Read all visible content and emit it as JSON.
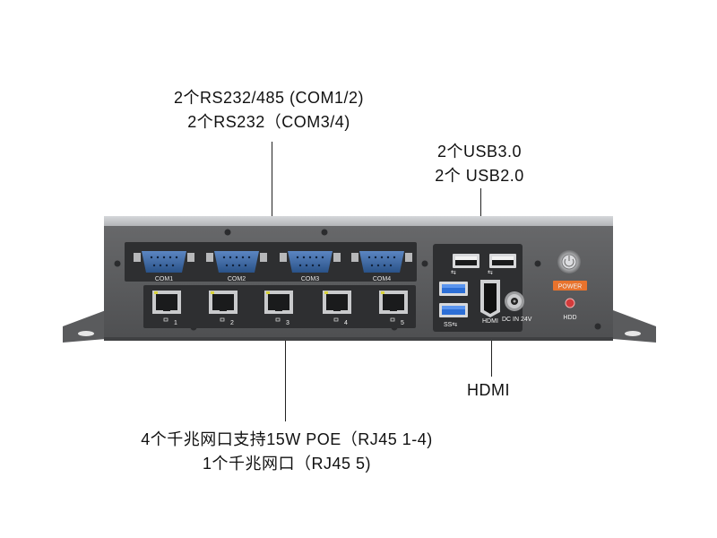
{
  "callouts": {
    "serial": {
      "line1": "2个RS232/485 (COM1/2)",
      "line2": "2个RS232（COM3/4)"
    },
    "usb": {
      "line1": "2个USB3.0",
      "line2": "2个 USB2.0"
    },
    "hdmi": {
      "line1": "HDMI"
    },
    "lan": {
      "line1": "4个千兆网口支持15W POE（RJ45 1-4)",
      "line2": "1个千兆网口（RJ45 5)"
    }
  },
  "device": {
    "com_labels": [
      "COM1",
      "COM2",
      "COM3",
      "COM4"
    ],
    "hdmi_label": "HDMI",
    "dc_label": "DC IN 24V",
    "power_label": "POWER",
    "hdd_label": "HDD",
    "lan_labels": [
      "1",
      "2",
      "3",
      "4",
      "5"
    ]
  },
  "colors": {
    "chassis": "#5c5d5f",
    "db9_blue": "#2f5f9a",
    "usb3_blue": "#2d6fd6",
    "power_orange": "#e8732d",
    "hdd_red": "#d33b3b"
  }
}
